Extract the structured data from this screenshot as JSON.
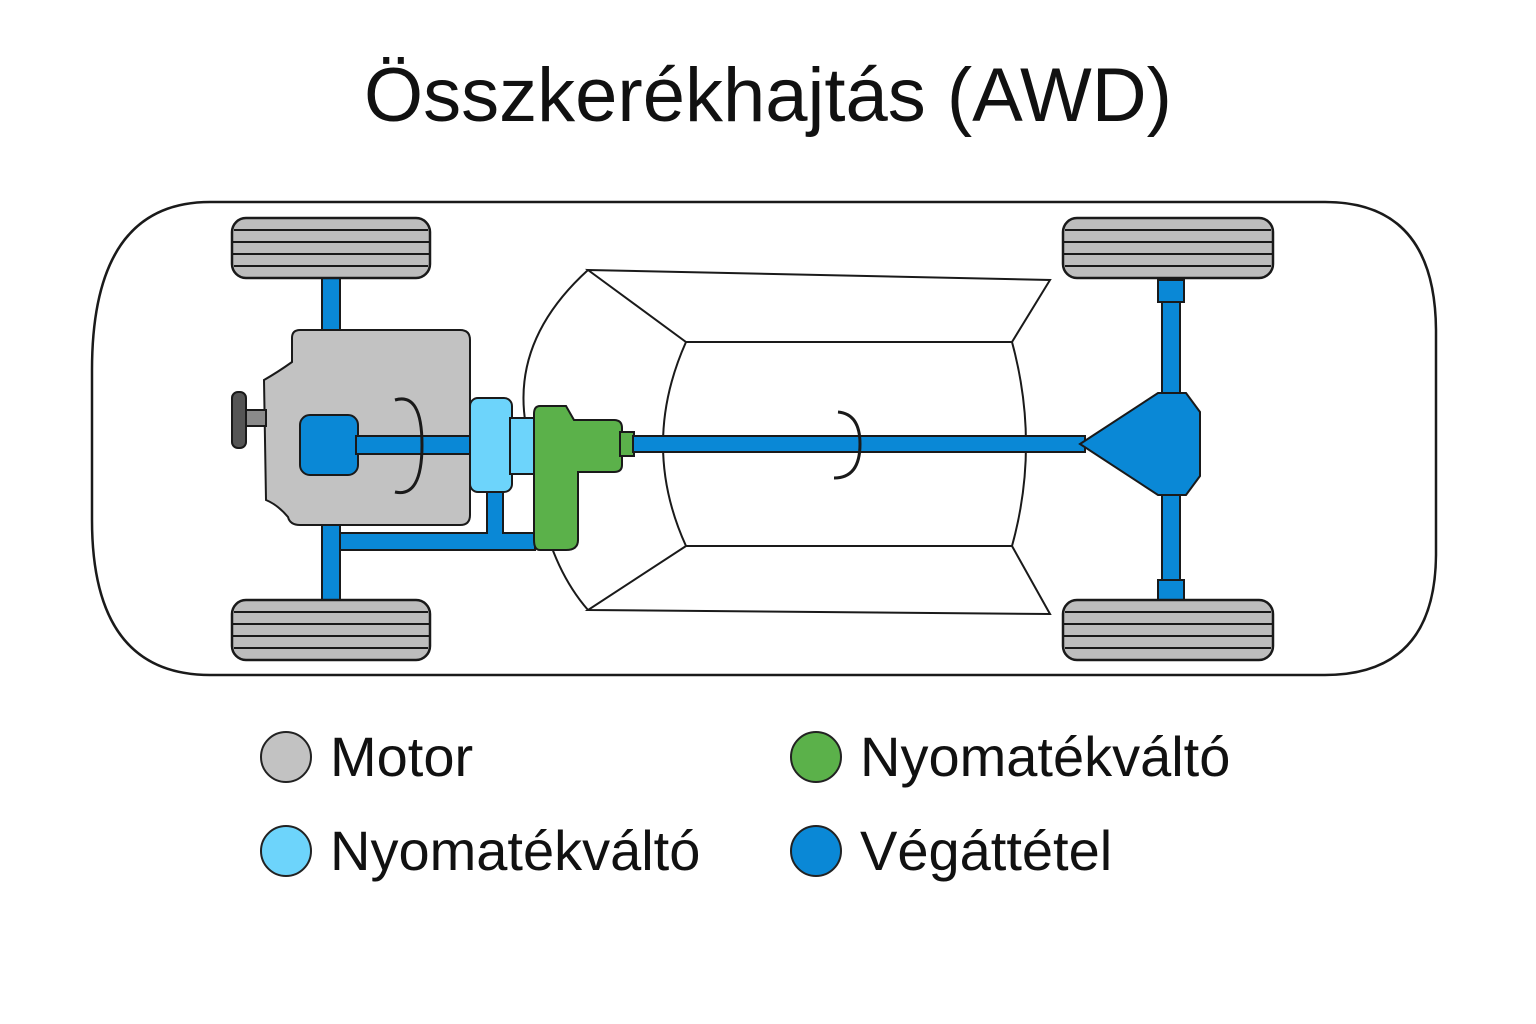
{
  "title": "Összkerékhajtás (AWD)",
  "colors": {
    "engine": "#c2c2c2",
    "transmission": "#6dd4fb",
    "transfer_case": "#5bb14a",
    "final_drive": "#0a88d6",
    "tire": "#bdbdbd",
    "outline": "#1a1a1a"
  },
  "legend": [
    {
      "label": "Motor",
      "color": "#c2c2c2"
    },
    {
      "label": "Nyomatékváltó",
      "color": "#5bb14a"
    },
    {
      "label": "Nyomatékváltó",
      "color": "#6dd4fb"
    },
    {
      "label": "Végáttétel",
      "color": "#0a88d6"
    }
  ]
}
